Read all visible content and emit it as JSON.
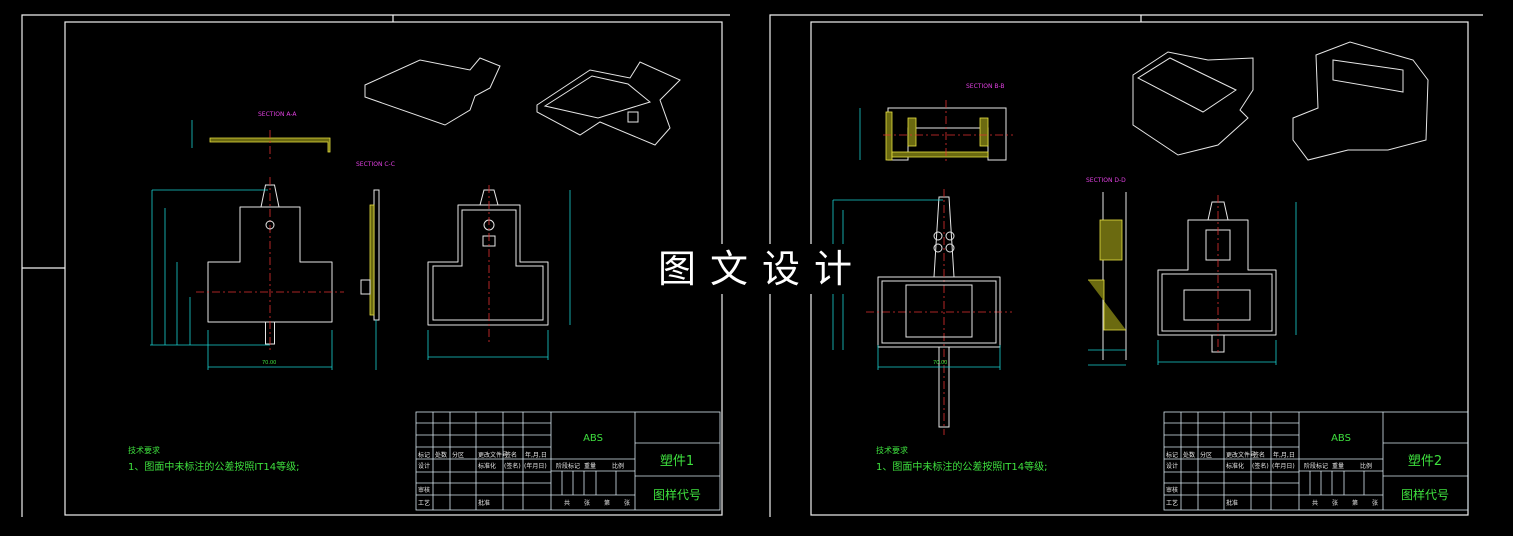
{
  "colors": {
    "background": "#000000",
    "lines": "#e6e6e6",
    "dimensions": "#19d0d0",
    "text": "#3ee03e",
    "section_labels": "#e040e0",
    "hatch": "#e8e040",
    "centerline": "#e03030"
  },
  "watermark": "图文设计",
  "sheets": [
    {
      "notes_title": "技术要求",
      "notes_line": "1、图面中未标注的公差按照IT14等级;",
      "section_labels": [
        "SECTION A-A",
        "SECTION C-C"
      ],
      "dims": [
        "70.00"
      ],
      "title_block": {
        "material": "ABS",
        "part_name": "塑件1",
        "drawing_code": "图样代号",
        "headers": [
          "标记",
          "处数",
          "分区",
          "更改文件号",
          "签名",
          "年,月,日"
        ],
        "row_design": [
          "设计",
          "标准化",
          "(签名)",
          "(年月日)"
        ],
        "stage_headers": [
          "阶段标记",
          "重量",
          "比例"
        ],
        "review": "审核",
        "process": "工艺",
        "approve": "批准",
        "sheet_info": [
          "共",
          "张",
          "第",
          "张"
        ]
      }
    },
    {
      "notes_title": "技术要求",
      "notes_line": "1、图面中未标注的公差按照IT14等级;",
      "section_labels": [
        "SECTION B-B",
        "SECTION D-D"
      ],
      "dims": [
        "70.00"
      ],
      "title_block": {
        "material": "ABS",
        "part_name": "塑件2",
        "drawing_code": "图样代号",
        "headers": [
          "标记",
          "处数",
          "分区",
          "更改文件号",
          "签名",
          "年,月,日"
        ],
        "row_design": [
          "设计",
          "标准化",
          "(签名)",
          "(年月日)"
        ],
        "stage_headers": [
          "阶段标记",
          "重量",
          "比例"
        ],
        "review": "审核",
        "process": "工艺",
        "approve": "批准",
        "sheet_info": [
          "共",
          "张",
          "第",
          "张"
        ]
      }
    }
  ]
}
